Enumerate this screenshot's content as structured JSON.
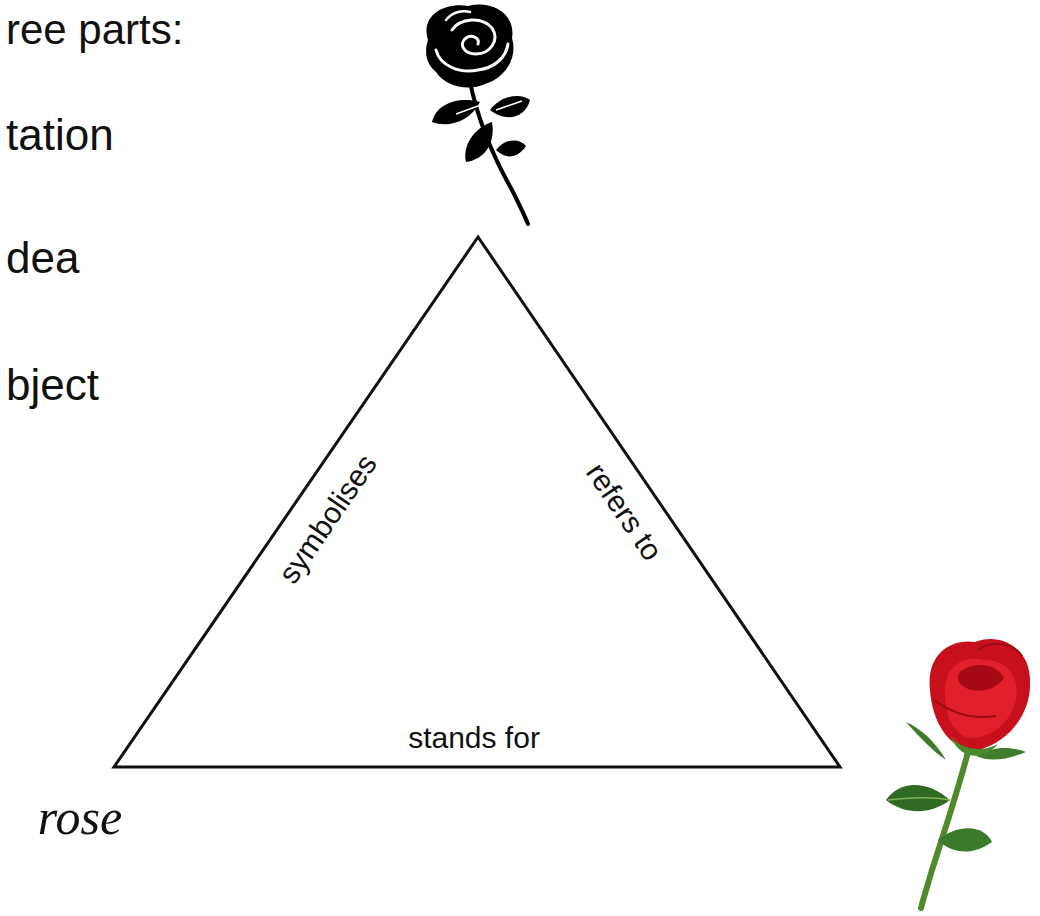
{
  "diagram": {
    "labels": [
      "ree parts:",
      "tation",
      "dea",
      "bject",
      "symbolises",
      "refers to",
      "stands for",
      "rose"
    ]
  }
}
